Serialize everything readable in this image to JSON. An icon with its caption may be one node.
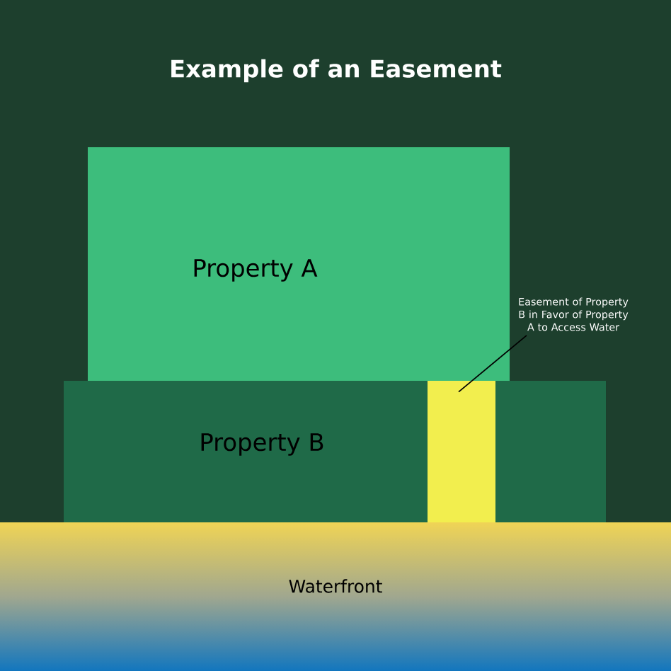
{
  "diagram": {
    "title": "Example of an Easement",
    "nodes": [
      {
        "text": [
          "Property A"
        ]
      },
      {
        "text": [
          "Property B"
        ]
      },
      {
        "text": [
          "Easement of Property B in Favor of Property A to Access Water"
        ]
      },
      {
        "text": [],
        "shape": "box",
        "in": 1
      },
      {
        "text": [
          "Waterfront"
        ]
      }
    ],
    "edges": [
      {
        "from": 2,
        "to": 3,
        "arrow": "none"
      }
    ]
  }
}
